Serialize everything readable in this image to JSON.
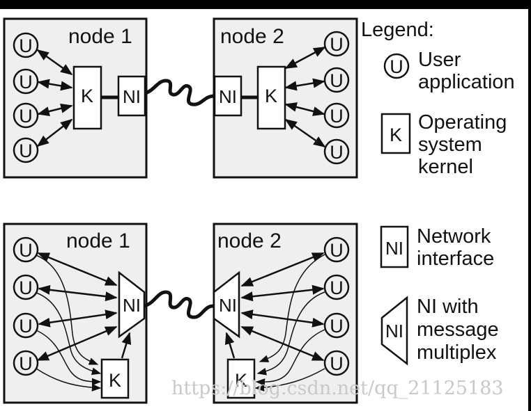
{
  "top_section": {
    "node1": {
      "label": "node 1",
      "kernel": "K",
      "ni": "NI",
      "user_apps": [
        "U",
        "U",
        "U",
        "U"
      ]
    },
    "node2": {
      "label": "node 2",
      "kernel": "K",
      "ni": "NI",
      "user_apps": [
        "U",
        "U",
        "U",
        "U"
      ]
    }
  },
  "bottom_section": {
    "node1": {
      "label": "node 1",
      "kernel": "K",
      "ni": "NI",
      "user_apps": [
        "U",
        "U",
        "U",
        "U"
      ]
    },
    "node2": {
      "label": "node 2",
      "kernel": "K",
      "ni": "NI",
      "user_apps": [
        "U",
        "U",
        "U",
        "U"
      ]
    }
  },
  "legend": {
    "title": "Legend:",
    "items": [
      {
        "symbol": "U",
        "shape": "circle",
        "lines": [
          "User",
          "application"
        ]
      },
      {
        "symbol": "K",
        "shape": "box",
        "lines": [
          "Operating",
          "system",
          "kernel"
        ]
      },
      {
        "symbol": "NI",
        "shape": "box",
        "lines": [
          "Network",
          "interface"
        ]
      },
      {
        "symbol": "NI",
        "shape": "trapezoid",
        "lines": [
          "NI with",
          "message",
          "multiplex"
        ]
      }
    ]
  },
  "watermark": "https://blog.csdn.net/qq_21125183",
  "colors": {
    "node_fill": "#efefef",
    "stroke": "#111111",
    "watermark": "#c9c9c9"
  }
}
